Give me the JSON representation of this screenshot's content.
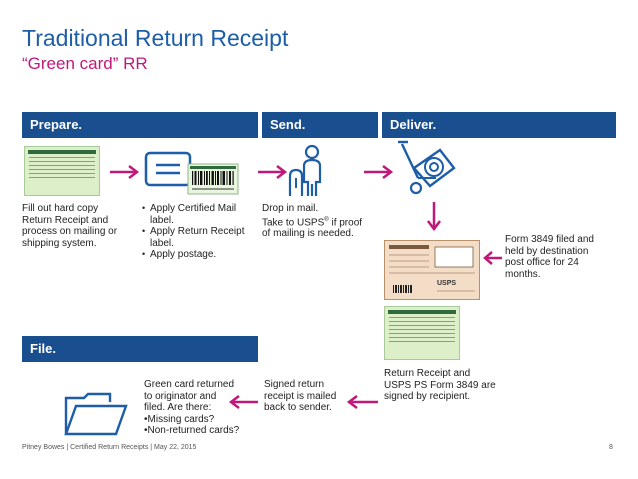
{
  "title": "Traditional Return Receipt",
  "subtitle": "“Green card” RR",
  "sections": {
    "prepare": "Prepare.",
    "send": "Send.",
    "deliver": "Deliver.",
    "file": "File."
  },
  "prepare": {
    "text": "Fill out hard copy Return Receipt and process on mailing or shipping system.",
    "bullets": [
      "Apply Certified Mail label.",
      "Apply Return Receipt label.",
      "Apply postage."
    ]
  },
  "send": {
    "text_line1": "Drop in mail.",
    "text_line2_a": "Take to USPS",
    "text_line2_sup": "®",
    "text_line2_b": " if proof",
    "text_line3": "of mailing is needed."
  },
  "deliver": {
    "form_text": "Form 3849 filed and held by destination post office for 24 months.",
    "signed_text": "Return Receipt and USPS PS Form 3849 are signed by recipient."
  },
  "return_step": {
    "text": "Signed return receipt is mailed back to sender."
  },
  "file": {
    "text": "Green card returned to originator and filed. Are there:",
    "bullets": [
      "Missing cards?",
      "Non-returned cards?"
    ]
  },
  "footer": "Pitney Bowes | Certified Return Receipts | May 22, 2015",
  "page_number": "8",
  "colors": {
    "title": "#1e5ea8",
    "subtitle": "#c0187a",
    "section_bar": "#1a4f8f",
    "arrow": "#c0187a",
    "icon": "#1e5ea8",
    "green_card": "#dcefc8",
    "form_3849": "#f4ddc6"
  },
  "icons": [
    "barcode-label-icon",
    "person-mailbox-icon",
    "mail-dropoff-icon",
    "folder-icon",
    "arrow-right-icon",
    "arrow-down-icon",
    "arrow-left-icon"
  ]
}
